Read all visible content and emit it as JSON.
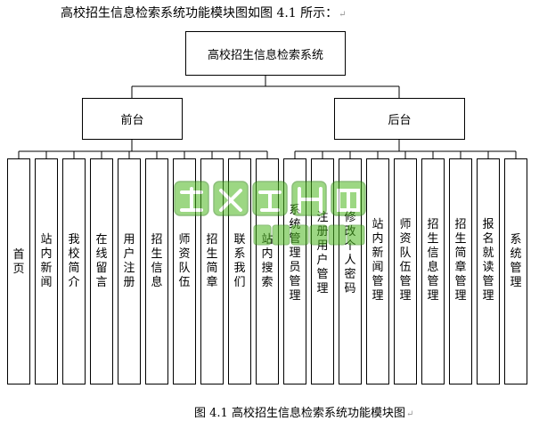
{
  "document": {
    "heading": "高校招生信息检索系统功能模块图如图 4.1 所示：",
    "paragraph_mark": "↵",
    "caption": "图 4.1  高校招生信息检索系统功能模块图"
  },
  "tree": {
    "root": "高校招生信息检索系统",
    "front": {
      "label": "前台",
      "leaves": [
        "首页",
        "站内新闻",
        "我校简介",
        "在线留言",
        "用户注册",
        "招生信息",
        "师资队伍",
        "招生简章",
        "联系我们",
        "站内搜索"
      ]
    },
    "back": {
      "label": "后台",
      "leaves": [
        "系统管理员管理",
        "注册用户管理",
        "修改个人密码",
        "站内新闻管理",
        "师资队伍管理",
        "招生信息管理",
        "招生简章管理",
        "报名就读管理",
        "系统管理"
      ]
    }
  },
  "watermark": {
    "text": "论文无忧网",
    "subtext": "Paper51.com",
    "color": "#4cb81e"
  }
}
